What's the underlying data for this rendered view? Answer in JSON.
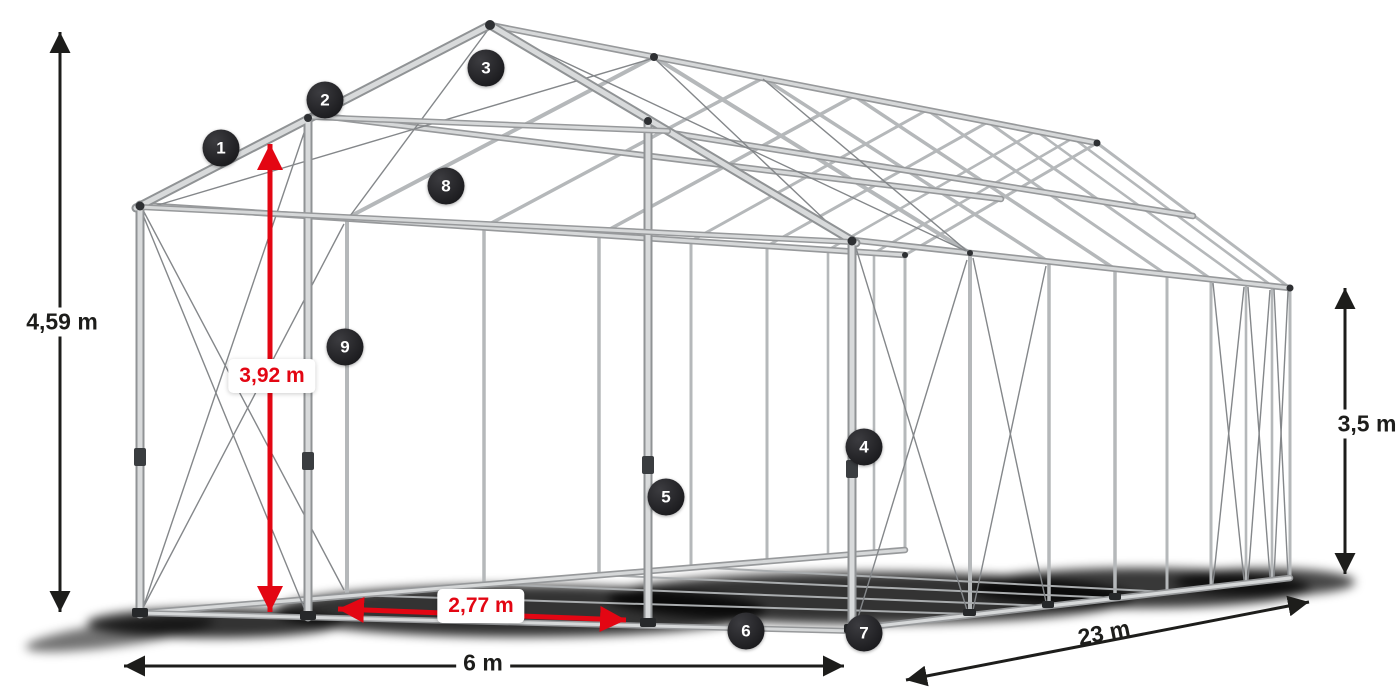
{
  "diagram": {
    "subject": "Storage tent steel frame construction with dimensions",
    "frame_color": "#c9cbcd",
    "accent_red": "#e30613",
    "ink_color": "#1d1d1b"
  },
  "dimensions": {
    "total_height": "4,59 m",
    "inner_height": "3,92 m",
    "side_height": "3,5 m",
    "width": "6 m",
    "length": "23 m",
    "inner_width": "2,77 m"
  },
  "part_badges": [
    {
      "number": "1"
    },
    {
      "number": "2"
    },
    {
      "number": "3"
    },
    {
      "number": "4"
    },
    {
      "number": "5"
    },
    {
      "number": "6"
    },
    {
      "number": "7"
    },
    {
      "number": "8"
    },
    {
      "number": "9"
    }
  ]
}
